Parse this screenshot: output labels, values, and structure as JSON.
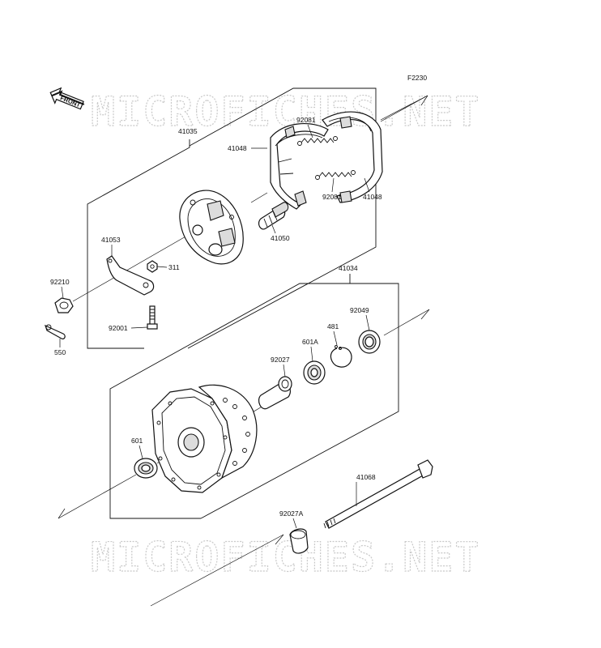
{
  "diagram": {
    "code": "F2230",
    "watermark": "MICROFICHES.NET",
    "front_label": "FRONT",
    "parts": [
      {
        "id": "41035"
      },
      {
        "id": "41048"
      },
      {
        "id": "92081"
      },
      {
        "id": "92081"
      },
      {
        "id": "41048"
      },
      {
        "id": "41050"
      },
      {
        "id": "41053"
      },
      {
        "id": "311"
      },
      {
        "id": "92210"
      },
      {
        "id": "92001"
      },
      {
        "id": "550"
      },
      {
        "id": "41034"
      },
      {
        "id": "92049"
      },
      {
        "id": "481"
      },
      {
        "id": "601A"
      },
      {
        "id": "92027"
      },
      {
        "id": "601"
      },
      {
        "id": "41068"
      },
      {
        "id": "92027A"
      }
    ]
  }
}
